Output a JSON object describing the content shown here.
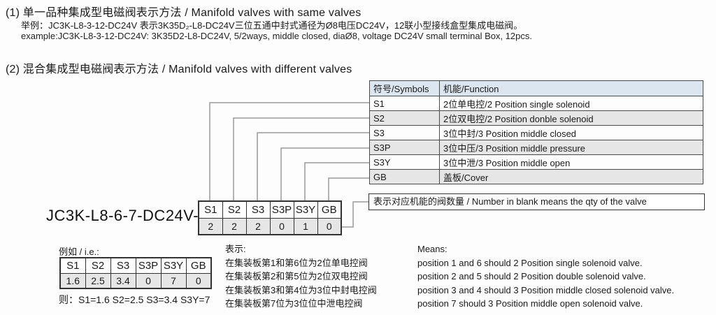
{
  "section1": {
    "title": "(1) 单一品种集成型电磁阀表示方法 / Manifold valves with same valves",
    "example_cn": "举例：JC3K-L8-3-12-DC24V 表示3K35D₂-L8-DC24V三位五通中封式通径为Ø8电压DC24V，12联小型接线盒型集成电磁阀。",
    "example_en": "example:JC3K-L8-3-12-DC24V: 3K35D2-L8-DC24V, 5/2ways, middle closed, diaØ8, voltage DC24V small terminal Box, 12pcs."
  },
  "section2": {
    "title": "(2) 混合集成型电磁阀表示方法 / Manifold valves with different valves",
    "symbols_table": {
      "col_symbols": "符号/Symbols",
      "col_function": "机能/Function",
      "rows": [
        {
          "symbol": "S1",
          "func": "2位单电控/2 Position single solenoid"
        },
        {
          "symbol": "S2",
          "func": "2位双电控/2 Position donble solenoid"
        },
        {
          "symbol": "S3",
          "func": "3位中封/3 Position middle closed"
        },
        {
          "symbol": "S3P",
          "func": "3位中压/3 Position middle pressure"
        },
        {
          "symbol": "S3Y",
          "func": "3位中泄/3 Position middle open"
        },
        {
          "symbol": "GB",
          "func": "盖板/Cover"
        }
      ]
    },
    "note": "表示对应机能的阀数量 / Number in blank means the qty of the valve",
    "model_code": "JC3K-L8-6-7-DC24V-",
    "qty_grid": {
      "headers": [
        "S1",
        "S2",
        "S3",
        "S3P",
        "S3Y",
        "GB"
      ],
      "values": [
        "2",
        "2",
        "2",
        "0",
        "1",
        "0"
      ]
    },
    "example": {
      "label": "例如 / i.e.:",
      "headers": [
        "S1",
        "S2",
        "S3",
        "S3P",
        "S3Y",
        "GB"
      ],
      "values": [
        "1.6",
        "2.5",
        "3.4",
        "0",
        "7",
        "0"
      ],
      "result": "则：S1=1.6  S2=2.5  S3=3.4  S3Y=7"
    },
    "meaning_cn": {
      "title": "表示:",
      "lines": [
        "在集装板第1和第6位为2位单电控阀",
        "在集装板第2和第5位为2位双电控阀",
        "在集装板第3和第4位为3位中封电控阀",
        "在集装板第7位为3位位中泄电控阀"
      ]
    },
    "meaning_en": {
      "title": "Means:",
      "lines": [
        "position 1 and 6 should 2 Position single solenoid valve.",
        "position 2 and 5 should 2 Position double solenoid valve.",
        "position 3 and 4 should 3 Position middle closed solenoid valve.",
        "position 7 should 3 Position middle open solenoid valve."
      ]
    }
  },
  "colors": {
    "table_header_blue": "#dce6f1",
    "shaded_row_gray": "#e6e6e6",
    "connector_gray": "#999999",
    "border_dark": "#333333"
  }
}
